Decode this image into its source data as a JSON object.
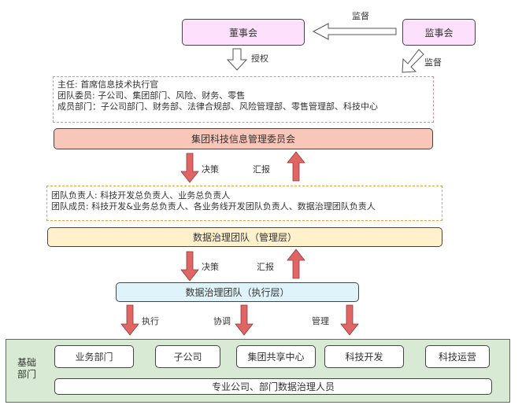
{
  "top": {
    "board": "董事会",
    "supervisory_board": "监事会",
    "supervise_label_top": "监督",
    "supervise_label_diag": "监督",
    "authorize_label": "授权"
  },
  "committee_note": {
    "lines": [
      "主任: 首席信息技术执行官",
      "团队委员: 子公司、集团部门、风险、财务、零售",
      "成员部门：子公司部门、财务部、法律合规部、风险管理部、零售管理部、科技中心"
    ]
  },
  "committee": "集团科技信息管理委员会",
  "flow1": {
    "decision": "决策",
    "report": "汇报"
  },
  "mgmt_note": {
    "lines": [
      "团队负责人: 科技开发总负责人、业务总负责人",
      "团队成员: 科技开发&业务总负责人、各业务线开发团队负责人、数据治理团队负责人"
    ]
  },
  "mgmt_layer": "数据治理团队（管理层）",
  "flow2": {
    "decision": "决策",
    "report": "汇报"
  },
  "exec_layer": "数据治理团队（执行层）",
  "flow3": {
    "execute": "执行",
    "coordinate": "协调",
    "manage": "管理"
  },
  "base": {
    "title_line1": "基础",
    "title_line2": "部门",
    "departments": [
      "业务部门",
      "子公司",
      "集团共享中心",
      "科技开发",
      "科技运营"
    ],
    "staff": "专业公司、部门数据治理人员"
  },
  "colors": {
    "arrow_fill": "#e06666",
    "board_fill": "#fde0fb",
    "committee_fill": "#f9c7b9",
    "mgmt_fill": "#fff1cc",
    "exec_fill": "#dff3fb",
    "base_fill": "#d8ead3"
  }
}
